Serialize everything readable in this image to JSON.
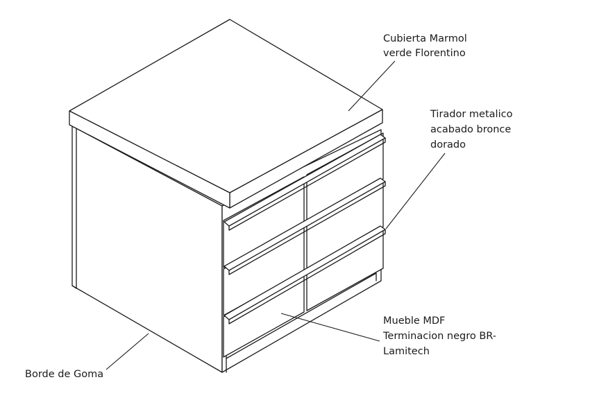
{
  "labels": {
    "cubierta": [
      "Cubierta Marmol",
      "verde Florentino"
    ],
    "tirador": [
      "Tirador metalico",
      "acabado bronce",
      "dorado"
    ],
    "mueble": [
      "Mueble MDF",
      "Terminacion negro BR-",
      "Lamitech"
    ],
    "borde": [
      "Borde de Goma"
    ]
  }
}
